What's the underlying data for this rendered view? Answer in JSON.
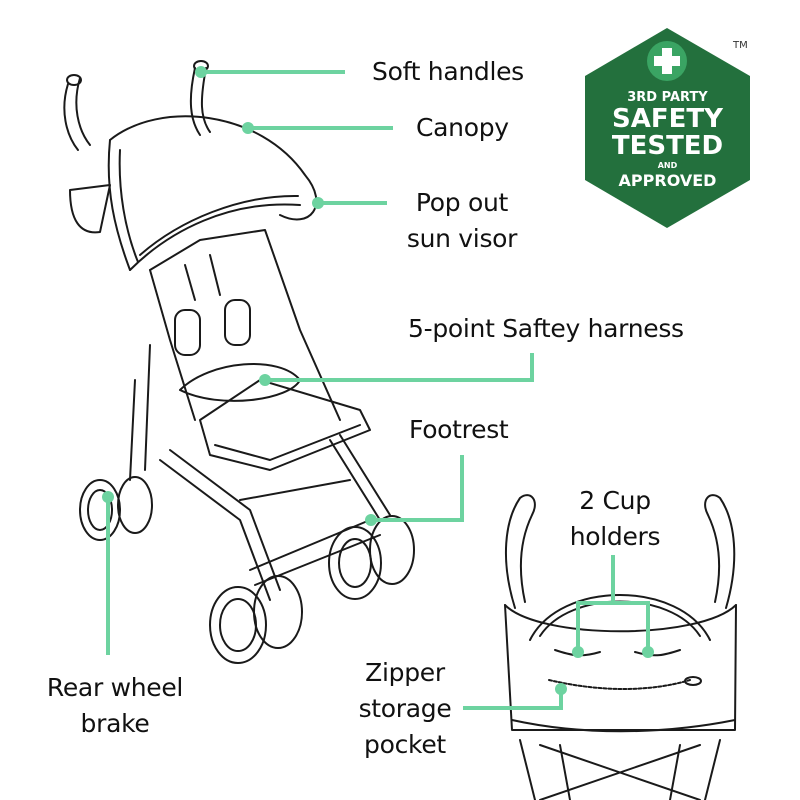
{
  "diagram": {
    "subject": "Umbrella stroller feature callouts",
    "accent_color": "#6dd3a0",
    "line_color": "#1a1a1a",
    "callouts": [
      {
        "id": "soft-handles",
        "text": "Soft handles"
      },
      {
        "id": "canopy",
        "text": "Canopy"
      },
      {
        "id": "sun-visor",
        "line1": "Pop out",
        "line2": "sun visor"
      },
      {
        "id": "harness",
        "text": "5-point Saftey harness"
      },
      {
        "id": "footrest",
        "text": "Footrest"
      },
      {
        "id": "cup-holders",
        "line1": "2 Cup",
        "line2": "holders"
      },
      {
        "id": "rear-brake",
        "line1": "Rear wheel",
        "line2": "brake"
      },
      {
        "id": "zipper-pocket",
        "line1": "Zipper",
        "line2": "storage",
        "line3": "pocket"
      }
    ]
  },
  "badge": {
    "icon": "plus-cross-icon",
    "line1": "3RD PARTY",
    "line2": "SAFETY",
    "line3": "TESTED",
    "line4": "AND",
    "line5": "APPROVED",
    "trademark": "TM",
    "color": "#23703d",
    "circle_color": "#3aa463"
  }
}
